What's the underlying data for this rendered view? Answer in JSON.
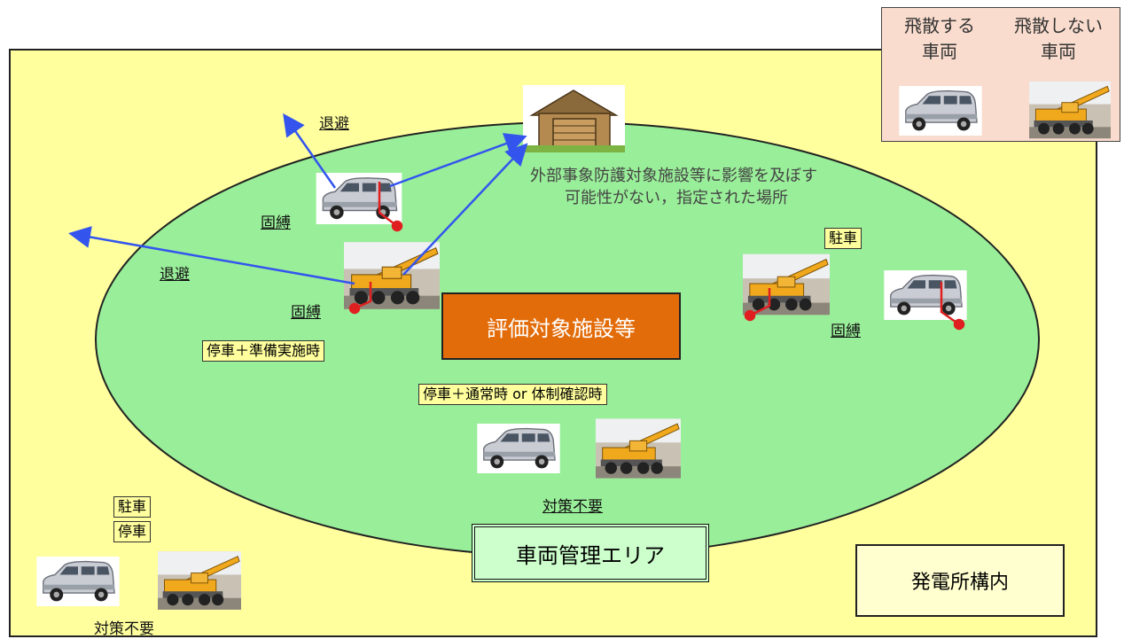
{
  "legend": {
    "col1_line1": "飛散する",
    "col1_line2": "車両",
    "col2_line1": "飛散しない",
    "col2_line2": "車両"
  },
  "labels": {
    "evacuate_1": "退避",
    "evacuate_2": "退避",
    "restrain_1": "固縛",
    "restrain_2": "固縛",
    "restrain_3": "固縛",
    "shelter_line1": "外部事象防護対象施設等に影響を及ぼす",
    "shelter_line2": "可能性がない，指定された場所",
    "parking_right": "駐車",
    "stop_prep": "停車＋準備実施時",
    "stop_normal": "停車＋通常時 or 体制確認時",
    "no_measure_center": "対策不要",
    "parking_left": "駐車",
    "stop_left": "停車",
    "no_measure_left": "対策不要",
    "eval_facility": "評価対象施設等",
    "vehicle_area": "車両管理エリア",
    "power_plant": "発電所構内"
  },
  "colors": {
    "outer_area": "#ffff9e",
    "vehicle_area": "#ccffcc",
    "eval_facility": "#e36c0a",
    "arrow": "#3355ee",
    "restraint": "#e02020",
    "legend_bg": "#f9dccd"
  },
  "icons": {
    "car": "car-icon",
    "crane": "crane-truck-icon",
    "shelter": "shed-icon"
  }
}
